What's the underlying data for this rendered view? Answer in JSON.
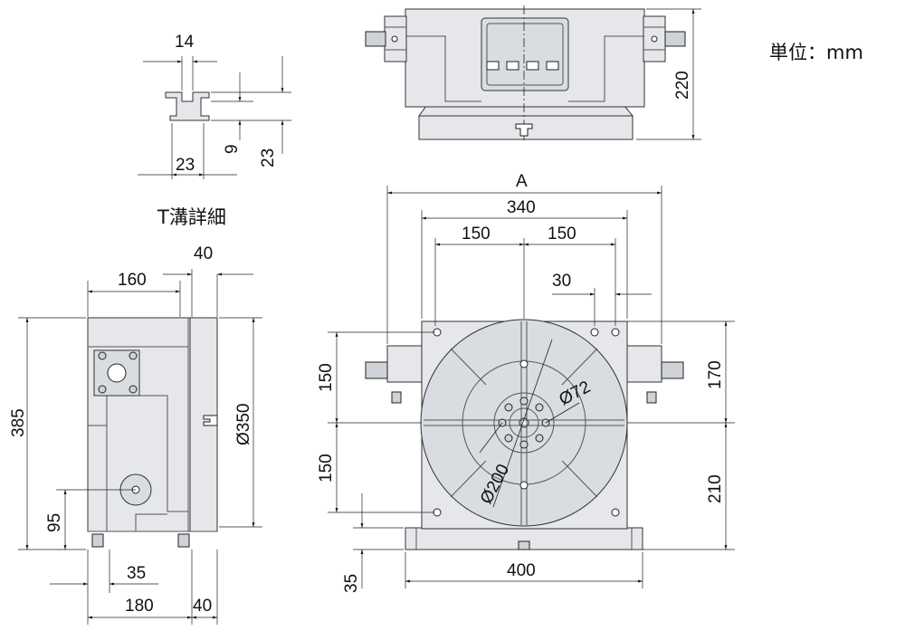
{
  "unit_label": "単位：mm",
  "t_slot": {
    "title": "T溝詳細",
    "dims": {
      "top_width": "14",
      "bottom_width": "23",
      "neck_height": "9",
      "total_height": "23"
    }
  },
  "top_view": {
    "height": "220"
  },
  "side_view": {
    "dims": {
      "top_left": "160",
      "top_right": "40",
      "height": "385",
      "diameter": "Ø350",
      "lower_height": "95",
      "bottom_offset": "35",
      "bottom_left": "180",
      "bottom_right": "40"
    }
  },
  "front_view": {
    "dims": {
      "overall": "A",
      "width": "340",
      "left_half": "150",
      "right_half": "150",
      "slot_offset": "30",
      "upper_height": "150",
      "lower_height": "150",
      "right_upper": "170",
      "right_lower": "210",
      "base_height": "35",
      "base_width": "400",
      "small_diameter": "Ø72",
      "bolt_circle": "Ø200"
    }
  }
}
